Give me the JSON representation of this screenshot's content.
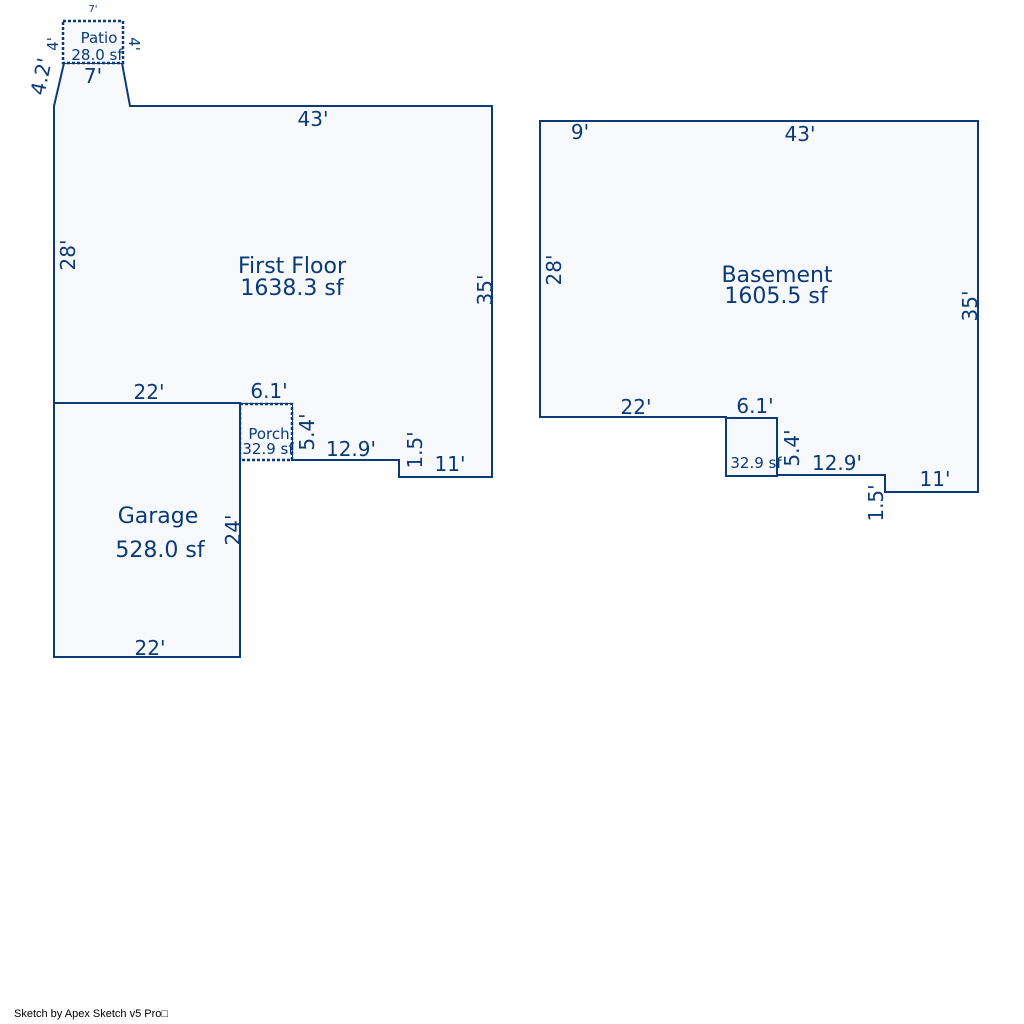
{
  "first_floor": {
    "name": "First Floor",
    "area": "1638.3 sf",
    "dims": {
      "top": "43'",
      "left": "28'",
      "right": "35'",
      "bottom_left": "22'",
      "porch_top": "6.1'",
      "porch_side": "5.4'",
      "step": "12.9'",
      "jog": "1.5'",
      "bottom_right": "11'"
    }
  },
  "patio": {
    "name": "Patio",
    "area": "28.0 sf",
    "dims": {
      "top": "7'",
      "bottom": "7'",
      "left": "4'",
      "right": "4'",
      "diag": "4.2'"
    }
  },
  "porch": {
    "name": "Porch",
    "area": "32.9 sf"
  },
  "garage": {
    "name": "Garage",
    "area": "528.0 sf",
    "dims": {
      "right": "24'",
      "bottom": "22'"
    }
  },
  "basement": {
    "name": "Basement",
    "area": "1605.5 sf",
    "porch_area": "32.9 sf",
    "dims": {
      "top_left": "9'",
      "top": "43'",
      "left": "28'",
      "right": "35'",
      "bottom_left": "22'",
      "porch_top": "6.1'",
      "porch_side": "5.4'",
      "step": "12.9'",
      "jog": "1.5'",
      "bottom_right": "11'"
    }
  },
  "footer": "Sketch by Apex Sketch v5 Pro□"
}
